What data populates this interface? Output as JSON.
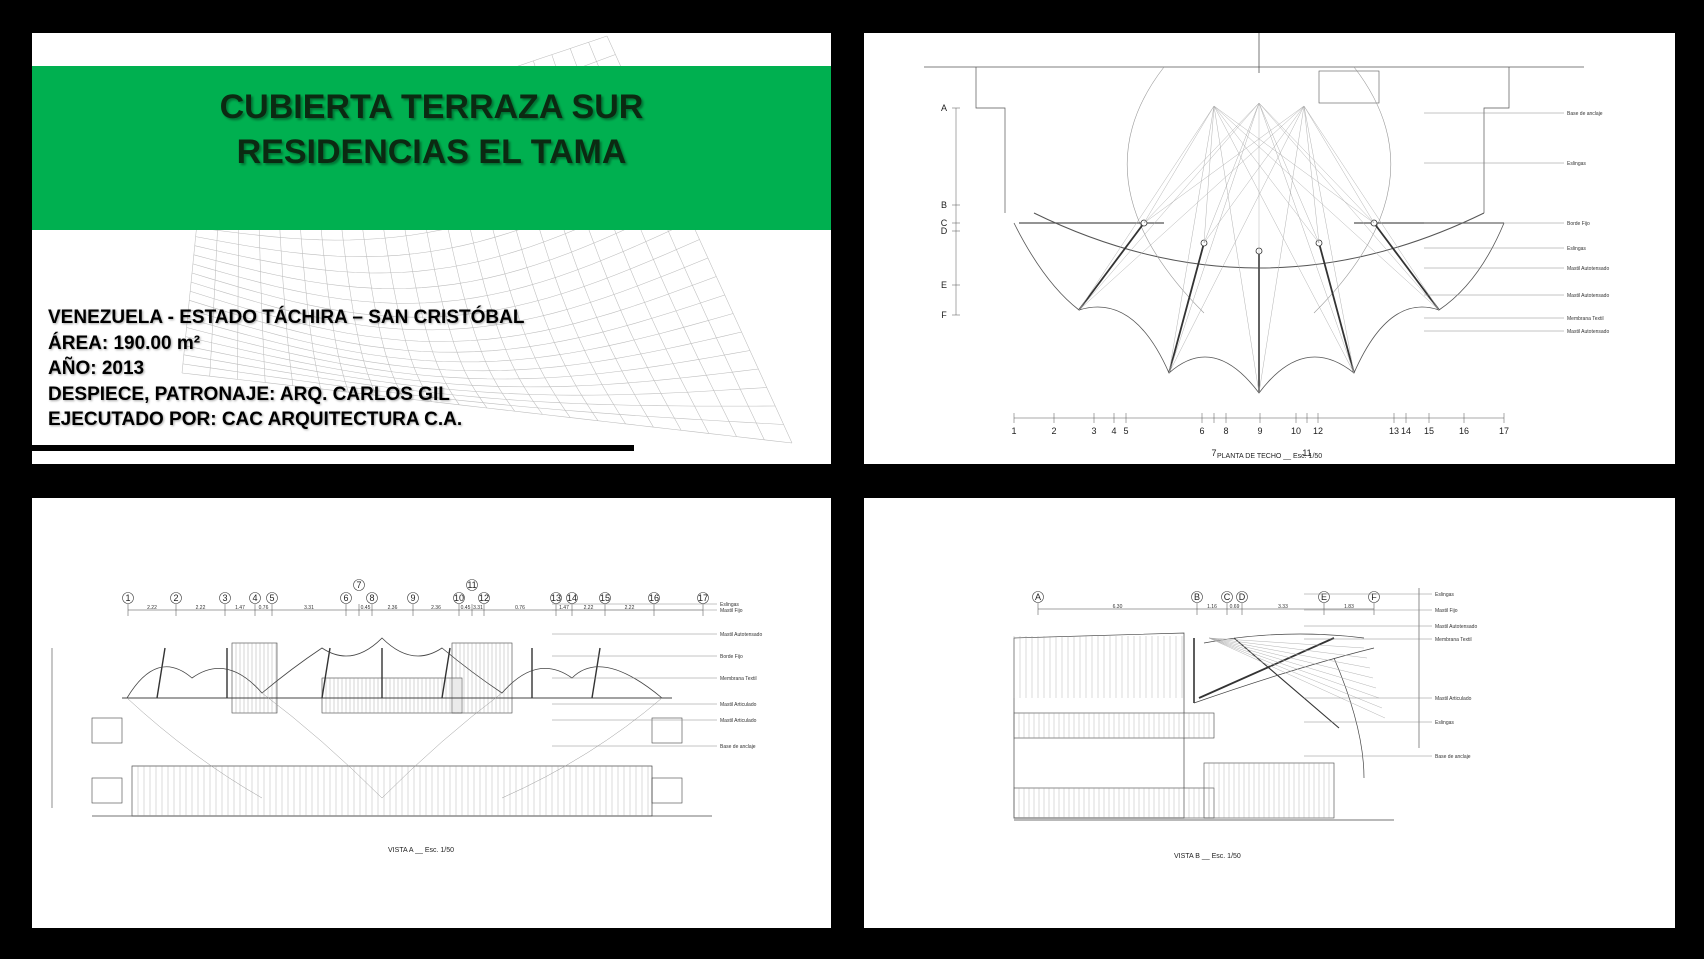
{
  "cover": {
    "title_line1": "CUBIERTA TERRAZA SUR",
    "title_line2": "RESIDENCIAS EL TAMA",
    "info": [
      "VENEZUELA - ESTADO TÁCHIRA – SAN CRISTÓBAL",
      "ÁREA: 190.00 m²",
      "AÑO: 2013",
      "DESPIECE, PATRONAJE: ARQ. CARLOS GIL",
      "EJECUTADO POR: CAC ARQUITECTURA C.A."
    ],
    "colors": {
      "band": "#00b050",
      "title": "#0b2a12"
    }
  },
  "plan": {
    "caption": "PLANTA DE TECHO __ Esc. 1/50",
    "grid_numbers": [
      "1",
      "2",
      "3",
      "4",
      "5",
      "6",
      "7",
      "8",
      "9",
      "10",
      "11",
      "12",
      "13",
      "14",
      "15",
      "16",
      "17"
    ],
    "grid_letters": [
      "A",
      "B",
      "C",
      "D",
      "E",
      "F"
    ],
    "callouts": [
      "Base de anclaje",
      "Eslingas",
      "Borde Fijo",
      "Eslingas",
      "Mastil Autotensado",
      "Mastil Autotensado",
      "Membrana Textil",
      "Mastil Autotensado"
    ]
  },
  "view_a": {
    "caption": "VISTA A __ Esc. 1/50",
    "grid_numbers": [
      "1",
      "2",
      "3",
      "4",
      "5",
      "6",
      "7",
      "8",
      "9",
      "10",
      "11",
      "12",
      "13",
      "14",
      "15",
      "16",
      "17"
    ],
    "dims": [
      "2.22",
      "2.22",
      "1.47",
      "0.76",
      "3.31",
      "0.45",
      "2.36",
      "2.36",
      "0.45",
      "3.31",
      "0.76",
      "1.47",
      "2.22",
      "2.22"
    ],
    "callouts": [
      "Eslingas",
      "Mastil Fijo",
      "Mastil Autotensado",
      "Borde Fijo",
      "Membrana Textil",
      "Mastil Articulado",
      "Mastil Articulado",
      "Base de anclaje"
    ]
  },
  "view_b": {
    "caption": "VISTA B __ Esc. 1/50",
    "grid_letters": [
      "A",
      "B",
      "C",
      "D",
      "E",
      "F"
    ],
    "dims": [
      "6.30",
      "1.16",
      "0.69",
      "3.33",
      "1.83"
    ],
    "callouts": [
      "Eslingas",
      "Mastil Fijo",
      "Mastil Autotensado",
      "Membrana Textil",
      "Mastil Articulado",
      "Eslingas",
      "Base de anclaje"
    ]
  }
}
